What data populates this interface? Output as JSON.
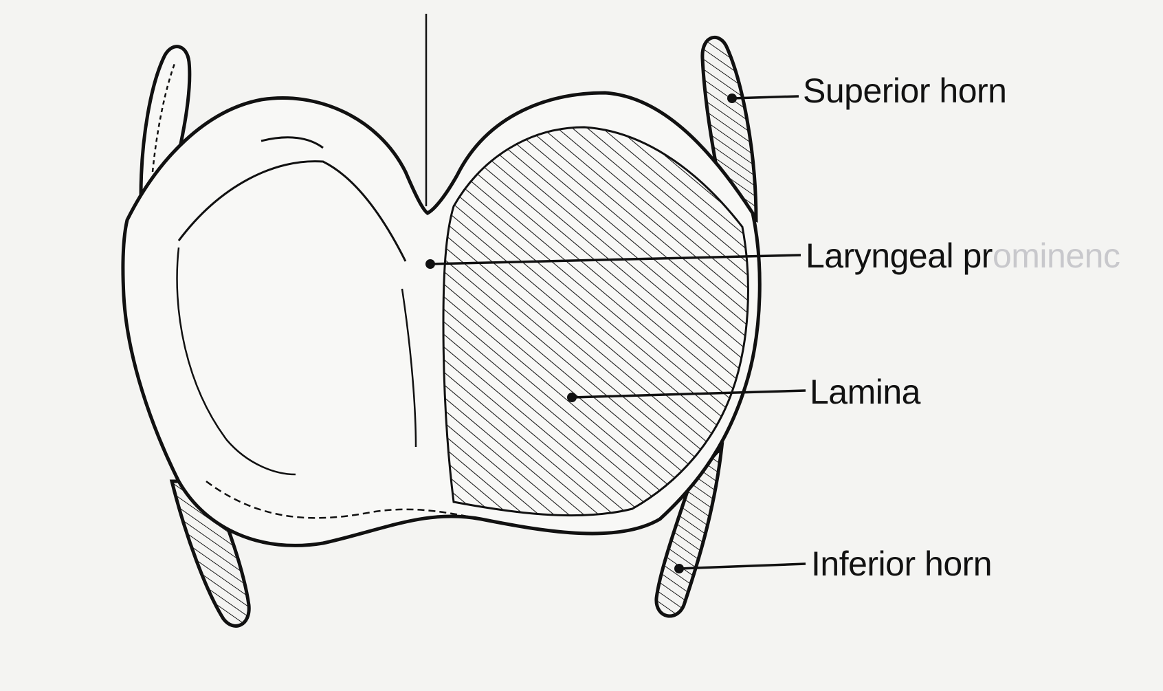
{
  "labels": {
    "superior_horn": "Superior horn",
    "laryngeal_prominence_visible": "Laryngeal pr",
    "laryngeal_prominence_faded": "ominenc",
    "lamina": "Lamina",
    "inferior_horn": "Inferior horn"
  },
  "colors": {
    "background": "#f4f4f2",
    "ink": "#111111",
    "faded_text": "#c8c8cc"
  }
}
